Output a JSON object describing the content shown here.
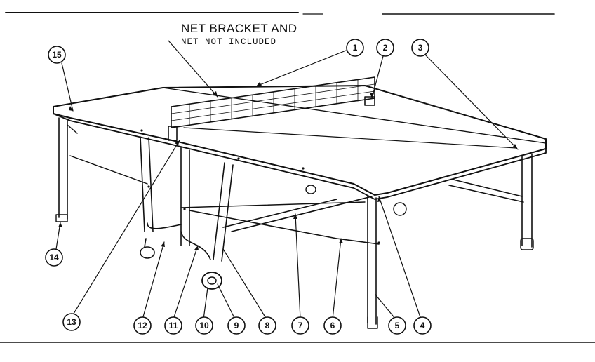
{
  "note": {
    "line1": "NET BRACKET AND",
    "line2": "NET NOT INCLUDED"
  },
  "callouts": [
    "1",
    "2",
    "3",
    "4",
    "5",
    "6",
    "7",
    "8",
    "9",
    "10",
    "11",
    "12",
    "13",
    "14",
    "15"
  ]
}
